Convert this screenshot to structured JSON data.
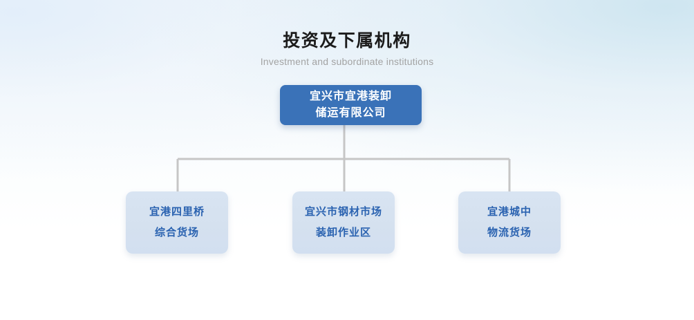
{
  "header": {
    "title": "投资及下属机构",
    "subtitle": "Investment and subordinate institutions"
  },
  "colors": {
    "root_fill": "#3a72b8",
    "root_text": "#ffffff",
    "child_fill": "#d6e2f0",
    "child_text": "#2a62b0",
    "connector": "#c6c6c6",
    "title_text": "#1b1b1b",
    "subtitle_text": "#a3a3a3",
    "background_top": "#eaf2f9",
    "background_bottom": "#ffffff"
  },
  "chart_data": {
    "type": "diagram",
    "diagram_type": "organization-chart",
    "title": "投资及下属机构",
    "subtitle": "Investment and subordinate institutions",
    "orientation": "top-down",
    "levels": 2,
    "nodes": [
      {
        "id": "root",
        "level": 0,
        "lines": [
          "宜兴市宜港装卸",
          "储运有限公司"
        ],
        "text": "宜兴市宜港装卸储运有限公司",
        "style": "filled-blue"
      },
      {
        "id": "child-1",
        "level": 1,
        "lines": [
          "宜港四里桥",
          "综合货场"
        ],
        "text": "宜港四里桥综合货场",
        "style": "light-blue"
      },
      {
        "id": "child-2",
        "level": 1,
        "lines": [
          "宜兴市钢材市场",
          "装卸作业区"
        ],
        "text": "宜兴市钢材市场装卸作业区",
        "style": "light-blue"
      },
      {
        "id": "child-3",
        "level": 1,
        "lines": [
          "宜港城中",
          "物流货场"
        ],
        "text": "宜港城中物流货场",
        "style": "light-blue"
      }
    ],
    "edges": [
      {
        "from": "root",
        "to": "child-1"
      },
      {
        "from": "root",
        "to": "child-2"
      },
      {
        "from": "root",
        "to": "child-3"
      }
    ]
  }
}
